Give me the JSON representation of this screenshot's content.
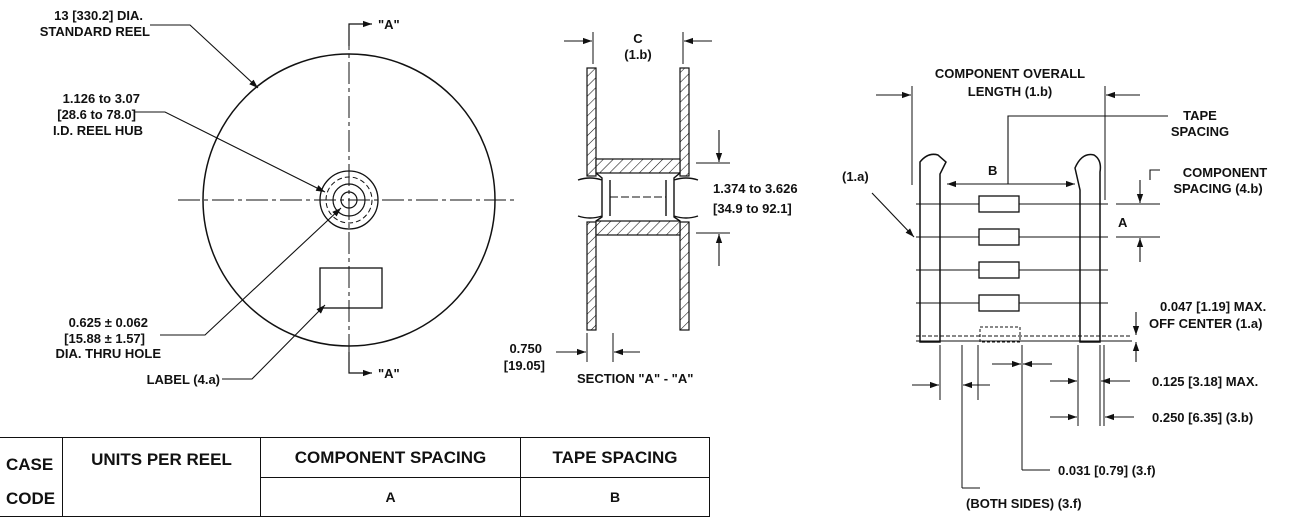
{
  "reel": {
    "diameter_label_1": "13 [330.2] DIA.",
    "diameter_label_2": "STANDARD REEL",
    "section_marker_top": "\"A\"",
    "section_marker_bottom": "\"A\"",
    "hub_label_1": "1.126 to 3.07",
    "hub_label_2": "[28.6 to 78.0]",
    "hub_label_3": "I.D. REEL HUB",
    "hole_label_1": "0.625 ± 0.062",
    "hole_label_2": "[15.88 ± 1.57]",
    "hole_label_3": "DIA. THRU HOLE",
    "label_callout": "LABEL (4.a)"
  },
  "section": {
    "width_letter": "C",
    "width_ref": "(1.b)",
    "hub_dim_1": "1.374 to 3.626",
    "hub_dim_2": "[34.9 to 92.1]",
    "flange_dim_1": "0.750",
    "flange_dim_2": "[19.05]",
    "title": "SECTION \"A\" - \"A\""
  },
  "tape": {
    "overall_length_1": "COMPONENT OVERALL",
    "overall_length_2": "LENGTH (1.b)",
    "tape_spacing_1": "TAPE",
    "tape_spacing_2": "SPACING",
    "dim_b": "B",
    "ref_1a": "(1.a)",
    "component_spacing_1": "COMPONENT",
    "component_spacing_2": "SPACING (4.b)",
    "dim_a": "A",
    "off_center_1": "0.047 [1.19] MAX.",
    "off_center_2": "OFF CENTER (1.a)",
    "dim_0125": "0.125 [3.18] MAX.",
    "dim_0250": "0.250 [6.35] (3.b)",
    "dim_0031": "0.031 [0.79] (3.f)",
    "both_sides": "(BOTH SIDES) (3.f)"
  },
  "table": {
    "case_code_1": "CASE",
    "case_code_2": "CODE",
    "units_per_reel": "UNITS PER REEL",
    "component_spacing": "COMPONENT SPACING",
    "tape_spacing": "TAPE SPACING",
    "col_a": "A",
    "col_b": "B"
  }
}
